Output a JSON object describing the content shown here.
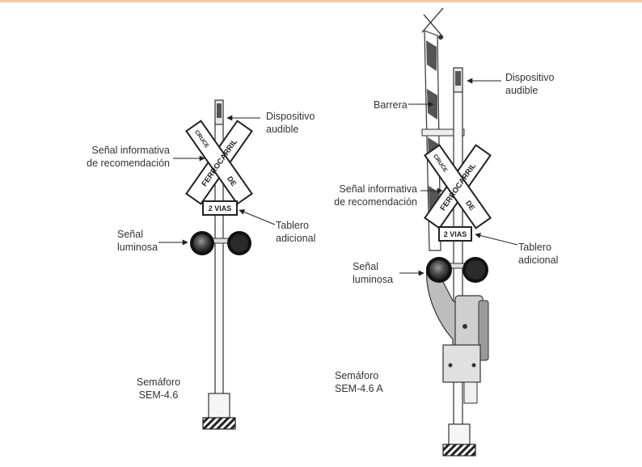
{
  "colors": {
    "top_accent": "#f3c9a8",
    "outline": "#222222",
    "stripe": "#555555",
    "light": "#3a3a3a"
  },
  "left_signal": {
    "audible_label_1": "Dispositivo",
    "audible_label_2": "audible",
    "info_label_1": "Señal informativa",
    "info_label_2": "de recomendación",
    "board_label_1": "Tablero",
    "board_label_2": "adicional",
    "light_label_1": "Señal",
    "light_label_2": "luminosa",
    "model_label_1": "Semáforo",
    "model_label_2": "SEM-4.6",
    "sign_word_1": "CRUCE",
    "sign_word_2": "FERROCARRIL",
    "sign_word_3": "DE",
    "board_text": "2 VIAS"
  },
  "right_signal": {
    "audible_label_1": "Dispositivo",
    "audible_label_2": "audible",
    "barrier_label": "Barrera",
    "info_label_1": "Señal informativa",
    "info_label_2": "de recomendación",
    "board_label_1": "Tablero",
    "board_label_2": "adicional",
    "light_label_1": "Señal",
    "light_label_2": "luminosa",
    "model_label_1": "Semáforo",
    "model_label_2": "SEM-4.6 A",
    "sign_word_1": "CRUCE",
    "sign_word_2": "FERROCARRIL",
    "sign_word_3": "DE",
    "board_text": "2 VIAS"
  }
}
